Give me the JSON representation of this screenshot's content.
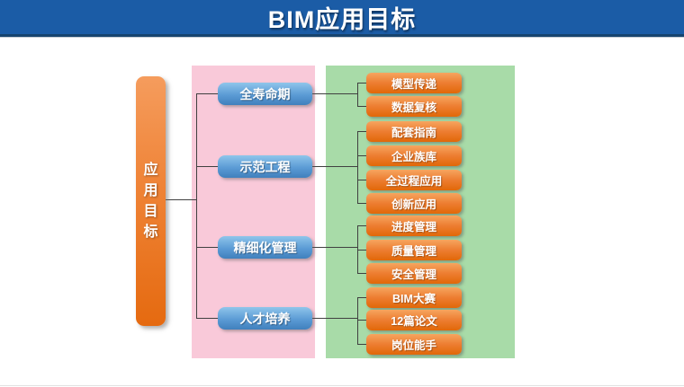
{
  "header": {
    "title": "BIM应用目标"
  },
  "diagram": {
    "root": {
      "label": "应用目标"
    },
    "branches": [
      {
        "label": "全寿命期",
        "children": [
          "模型传递",
          "数据复核"
        ]
      },
      {
        "label": "示范工程",
        "children": [
          "配套指南",
          "企业族库",
          "全过程应用",
          "创新应用"
        ]
      },
      {
        "label": "精细化管理",
        "children": [
          "进度管理",
          "质量管理",
          "安全管理"
        ]
      },
      {
        "label": "人才培养",
        "children": [
          "BIM大赛",
          "12篇论文",
          "岗位能手"
        ]
      }
    ],
    "colors": {
      "header_bg": "#1B5CA6",
      "header_border": "#16446F",
      "root_orange": "#ED7D31",
      "branch_blue": "#5B9BD5",
      "leaf_orange": "#ED7D31",
      "panel_pink": "#F9C9D9",
      "panel_green": "#A8DBA8",
      "connector": "#404040",
      "text": "#FFFFFF"
    }
  }
}
